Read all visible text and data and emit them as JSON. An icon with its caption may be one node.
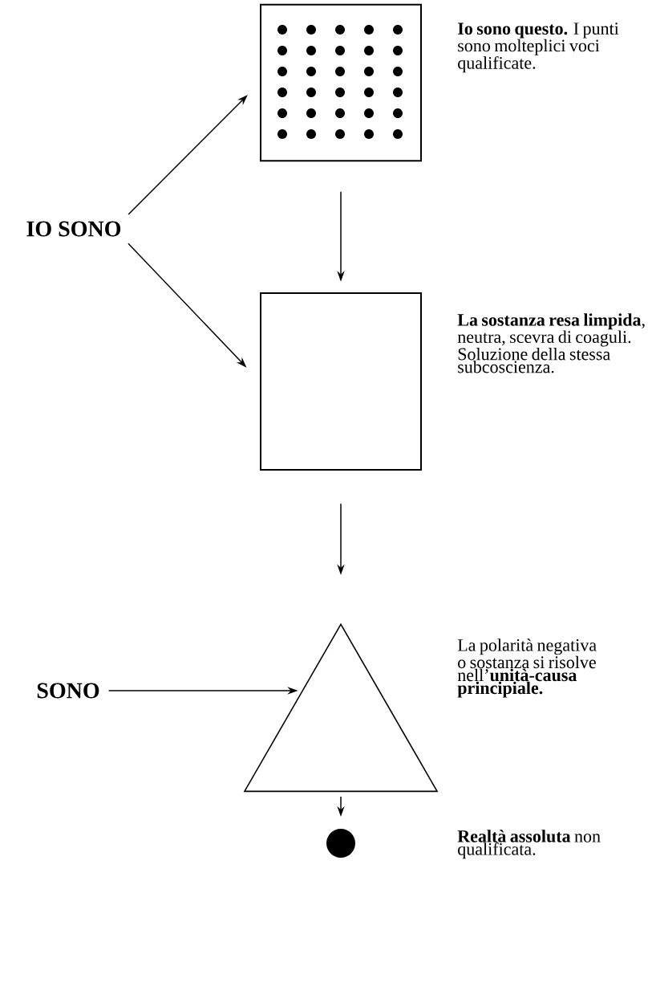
{
  "diagram": {
    "nodes": [
      {
        "text": [
          "IO SONO"
        ]
      },
      {
        "text": [],
        "shape": "box",
        "beside": [
          "**Io sono questo.** I punti sono molteplici voci qualificate."
        ]
      },
      {
        "text": [],
        "shape": "box",
        "beside": [
          "**La sostanza resa limpida**, neutra, scevra di coaguli. Soluzione della stessa subcoscienza."
        ]
      },
      {
        "text": [
          "SONO"
        ]
      },
      {
        "text": [],
        "shape": "triangle",
        "beside": [
          "La polarità negativa o sostanza si risolve nell’**unità-causa principiale.**"
        ]
      },
      {
        "text": [],
        "shape": "circle"
      }
    ],
    "labels": [
      "**Realtà assoluta** non qualificata."
    ],
    "edges": [
      {
        "from": 0,
        "to": 1,
        "arrow": "to"
      },
      {
        "from": 0,
        "to": 2,
        "arrow": "to"
      },
      {
        "from": 1,
        "to": 2,
        "arrow": "to"
      },
      {
        "from": 2,
        "to": 4,
        "arrow": "to"
      },
      {
        "from": 3,
        "to": 4,
        "arrow": "to"
      },
      {
        "from": 4,
        "to": 5,
        "arrow": "to"
      }
    ]
  }
}
